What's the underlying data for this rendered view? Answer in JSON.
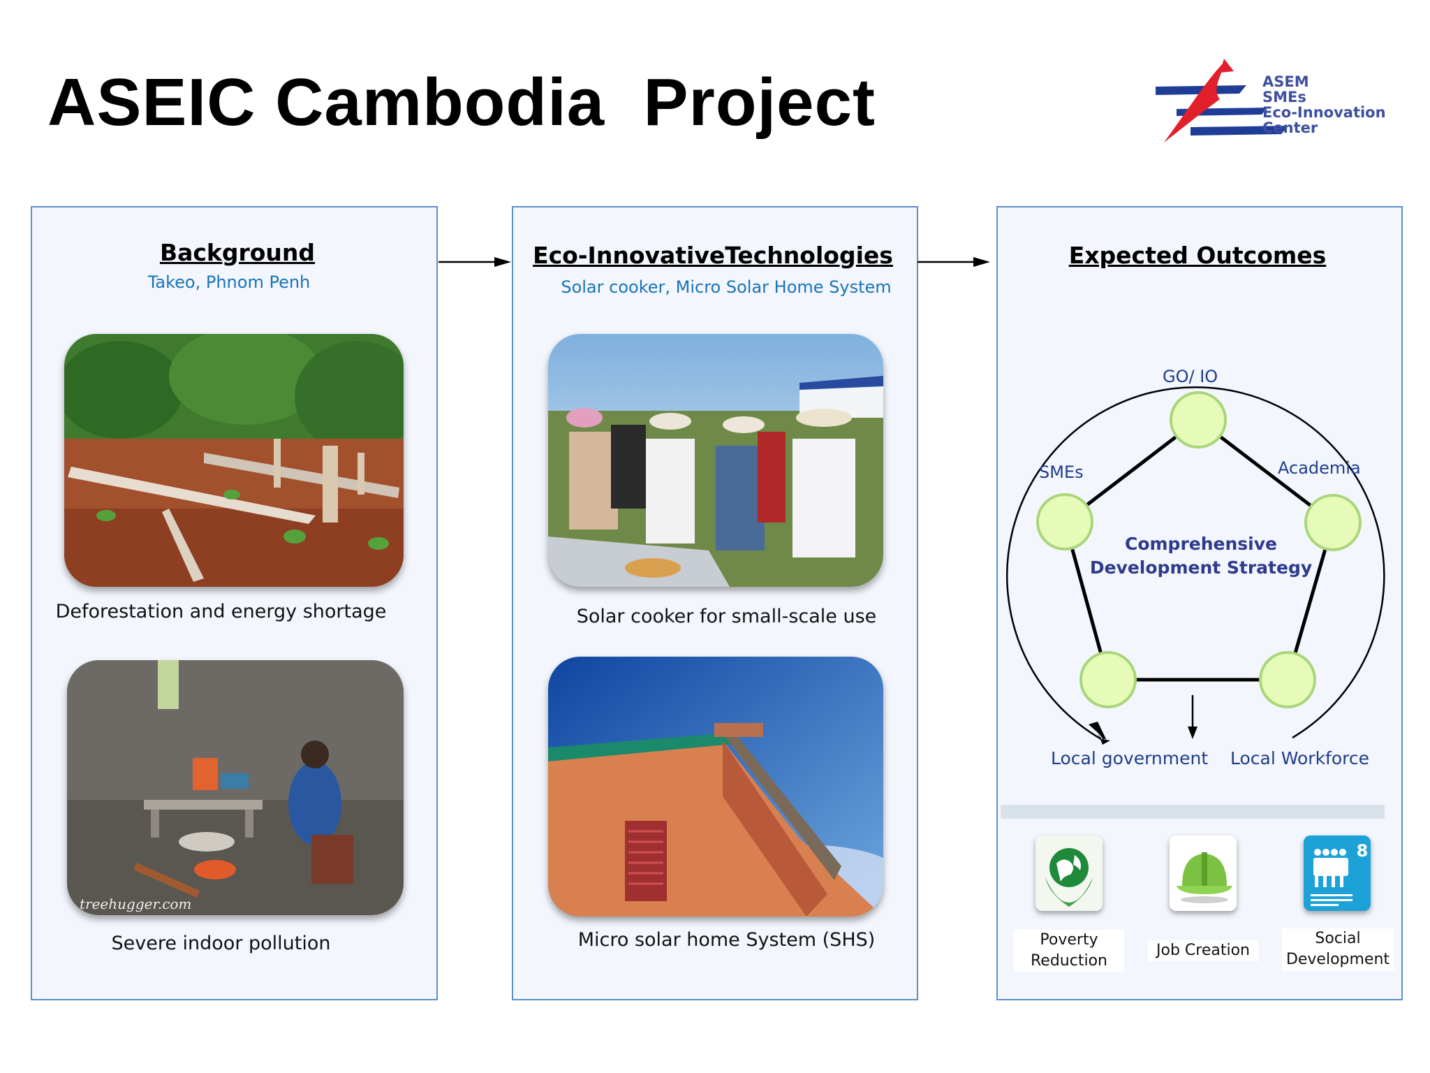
{
  "title": "ASEIC Cambodia  Project",
  "logo": {
    "lines": [
      "ASEM",
      "SMEs",
      "Eco-Innovation",
      "Center"
    ]
  },
  "panels": {
    "background": {
      "title": "Background",
      "subtitle": "Takeo, Phnom Penh",
      "captions": [
        "Deforestation and energy shortage",
        "Severe indoor pollution"
      ],
      "watermark": "treehugger.com"
    },
    "technologies": {
      "title": "Eco-InnovativeTechnologies",
      "subtitle": "Solar cooker, Micro Solar Home System",
      "captions": [
        "Solar cooker for small-scale use",
        "Micro solar home System (SHS)"
      ]
    },
    "outcomes": {
      "title": "Expected Outcomes",
      "nodes": [
        "GO/ IO",
        "SMEs",
        "Academia"
      ],
      "center": [
        "Comprehensive",
        "Development Strategy"
      ],
      "bottom_labels": [
        "Local government",
        "Local Workforce"
      ],
      "icons": [
        {
          "label_lines": [
            "Poverty",
            "Reduction"
          ],
          "icon": "globe-in-hands-icon"
        },
        {
          "label_lines": [
            "Job Creation"
          ],
          "icon": "hard-hat-icon"
        },
        {
          "label_lines": [
            "Social",
            "Development"
          ],
          "icon": "global-partnership-icon",
          "badge": "8"
        }
      ]
    }
  },
  "colors": {
    "panel_border": "#5f8fc8",
    "panel_fill": "#f3f6fd",
    "subtitle": "#1a73b8",
    "node_fill": "#e6fbb8",
    "node_stroke": "#a9d67a",
    "diagram_text": "#1f3c8a"
  }
}
